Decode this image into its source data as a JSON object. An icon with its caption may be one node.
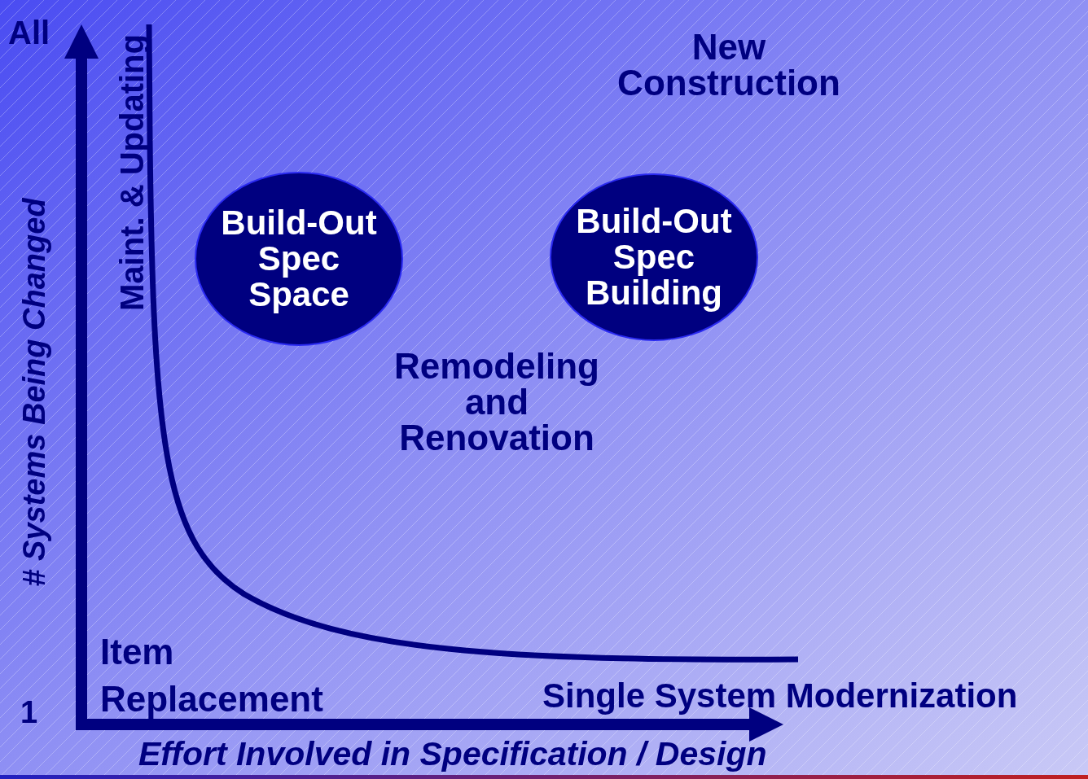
{
  "diagram": {
    "nodes": [
      {
        "text": [
          "Build-Out Spec Space"
        ]
      },
      {
        "text": [
          "Build-Out Spec Building"
        ]
      }
    ],
    "edges": [],
    "labels": [
      "All",
      "# Systems Being Changed",
      "Maint. & Updating",
      "New Construction",
      "Remodeling and Renovation",
      "Item Replacement",
      "1",
      "Single System Modernization",
      "Effort Involved in Specification / Design"
    ]
  }
}
